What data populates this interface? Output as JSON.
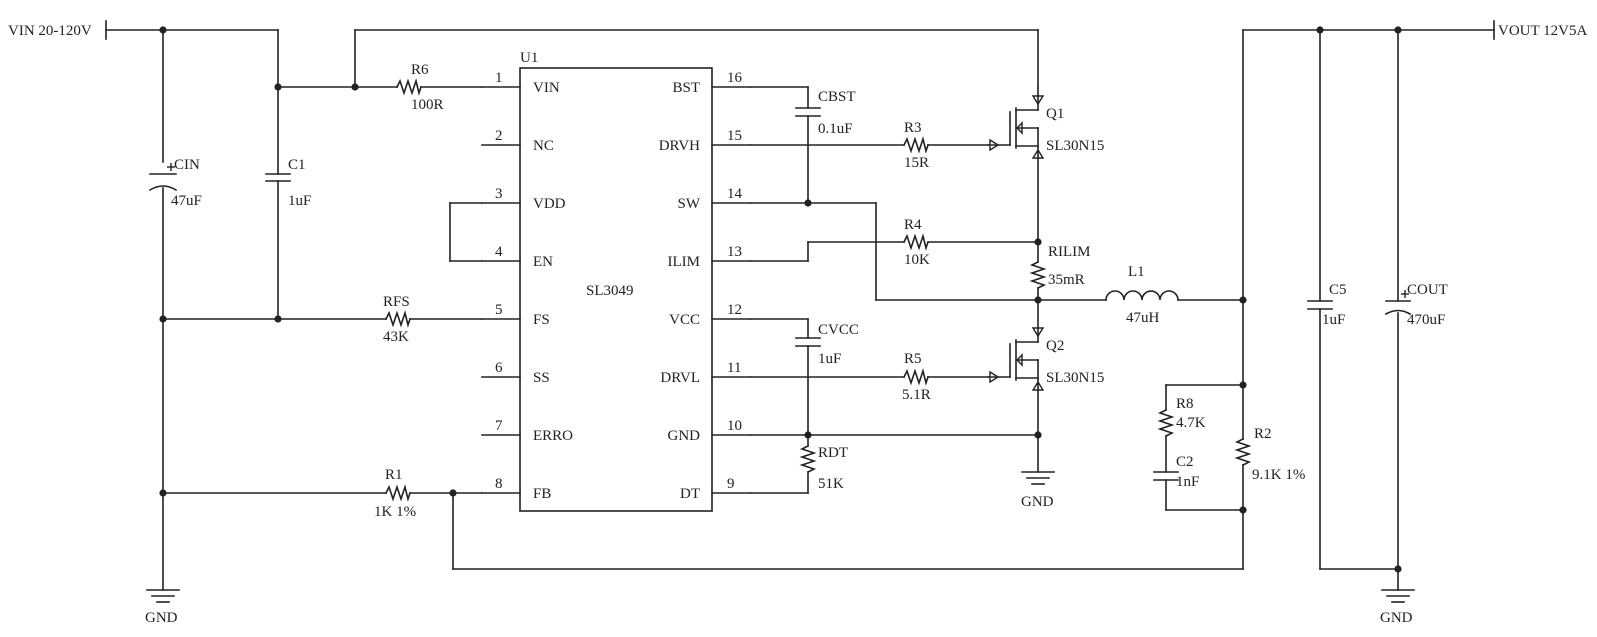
{
  "nets": {
    "vin": "VIN 20-120V",
    "vout": "VOUT 12V5A",
    "gnd": "GND"
  },
  "ic": {
    "ref": "U1",
    "part": "SL3049",
    "pins_left": [
      {
        "num": "1",
        "name": "VIN"
      },
      {
        "num": "2",
        "name": "NC"
      },
      {
        "num": "3",
        "name": "VDD"
      },
      {
        "num": "4",
        "name": "EN"
      },
      {
        "num": "5",
        "name": "FS"
      },
      {
        "num": "6",
        "name": "SS"
      },
      {
        "num": "7",
        "name": "ERRO"
      },
      {
        "num": "8",
        "name": "FB"
      }
    ],
    "pins_right": [
      {
        "num": "16",
        "name": "BST"
      },
      {
        "num": "15",
        "name": "DRVH"
      },
      {
        "num": "14",
        "name": "SW"
      },
      {
        "num": "13",
        "name": "ILIM"
      },
      {
        "num": "12",
        "name": "VCC"
      },
      {
        "num": "11",
        "name": "DRVL"
      },
      {
        "num": "10",
        "name": "GND"
      },
      {
        "num": "9",
        "name": "DT"
      }
    ]
  },
  "components": {
    "r6": {
      "ref": "R6",
      "value": "100R"
    },
    "rfs": {
      "ref": "RFS",
      "value": "43K"
    },
    "r1": {
      "ref": "R1",
      "value": "1K 1%"
    },
    "cin": {
      "ref": "CIN",
      "value": "47uF"
    },
    "c1": {
      "ref": "C1",
      "value": "1uF"
    },
    "cbst": {
      "ref": "CBST",
      "value": "0.1uF"
    },
    "cvcc": {
      "ref": "CVCC",
      "value": "1uF"
    },
    "rdt": {
      "ref": "RDT",
      "value": "51K"
    },
    "r3": {
      "ref": "R3",
      "value": "15R"
    },
    "r4": {
      "ref": "R4",
      "value": "10K"
    },
    "r5": {
      "ref": "R5",
      "value": "5.1R"
    },
    "q1": {
      "ref": "Q1",
      "value": "SL30N15"
    },
    "q2": {
      "ref": "Q2",
      "value": "SL30N15"
    },
    "rilim": {
      "ref": "RILIM",
      "value": "35mR"
    },
    "l1": {
      "ref": "L1",
      "value": "47uH"
    },
    "r8": {
      "ref": "R8",
      "value": "4.7K"
    },
    "c2": {
      "ref": "C2",
      "value": "1nF"
    },
    "r2": {
      "ref": "R2",
      "value": "9.1K 1%"
    },
    "c5": {
      "ref": "C5",
      "value": "1uF"
    },
    "cout": {
      "ref": "COUT",
      "value": "470uF"
    }
  }
}
